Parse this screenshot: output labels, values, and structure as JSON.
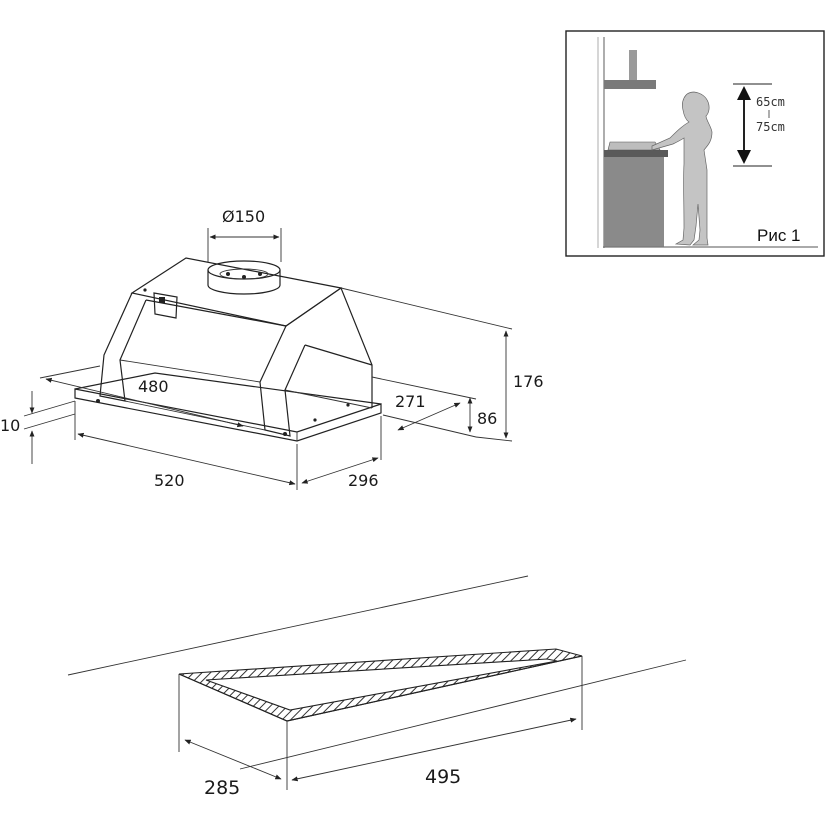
{
  "hood": {
    "dimensions": {
      "duct_diameter": "Ø150",
      "inner_width": "480",
      "overall_width": "520",
      "overall_depth": "296",
      "inner_depth": "271",
      "total_height": "176",
      "body_height": "86",
      "flange_thickness": "10"
    }
  },
  "cutout": {
    "dimensions": {
      "depth": "285",
      "width": "495"
    }
  },
  "inset": {
    "height_min": "65cm",
    "height_max": "75cm",
    "caption": "Рис 1"
  }
}
